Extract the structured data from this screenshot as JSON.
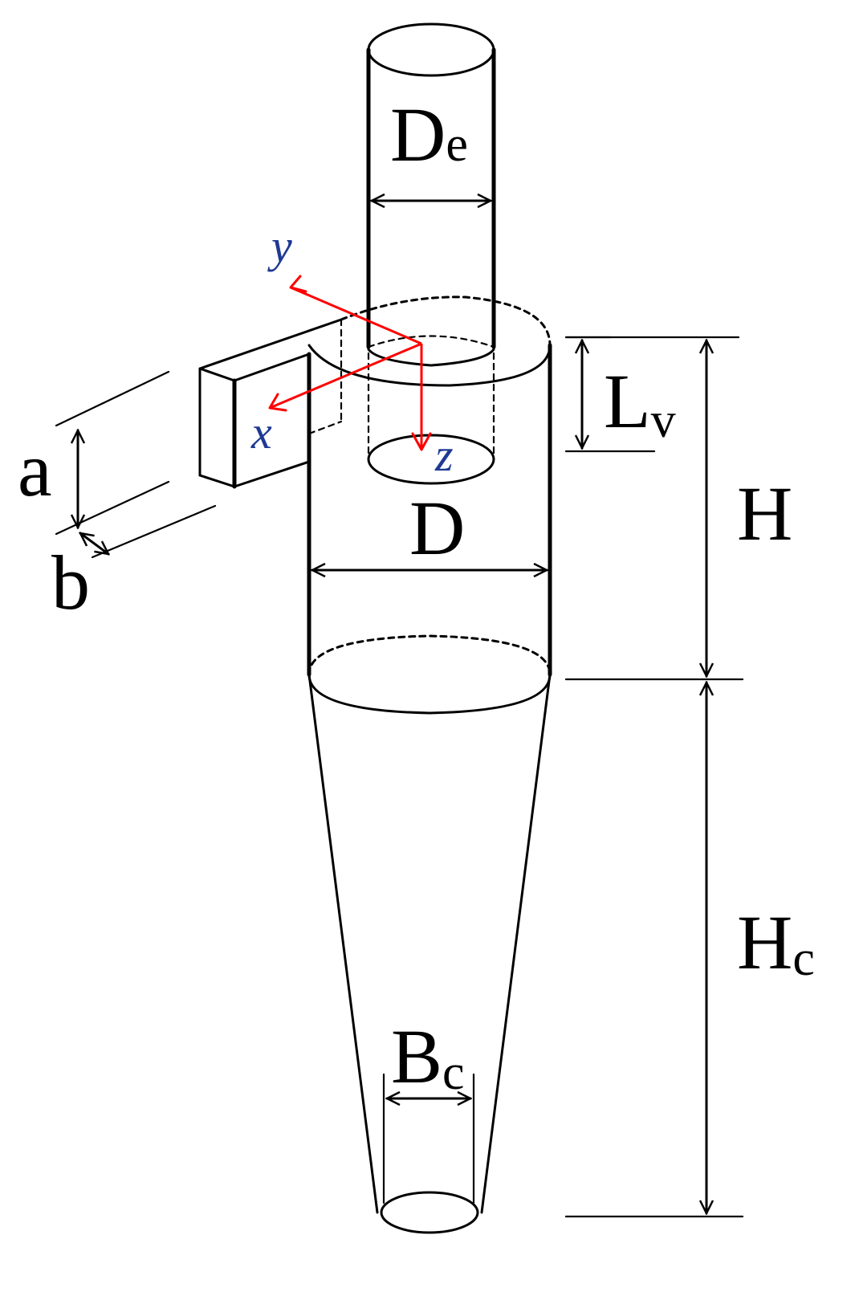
{
  "dimension_labels": {
    "De": {
      "main": "D",
      "sub": "e"
    },
    "Lv": {
      "main": "L",
      "sub": "v"
    },
    "H": {
      "main": "H"
    },
    "Hc": {
      "main": "H",
      "sub": "c"
    },
    "D": {
      "main": "D"
    },
    "Bc": {
      "main": "B",
      "sub": "c"
    },
    "a": {
      "main": "a"
    },
    "b": {
      "main": "b"
    }
  },
  "axes": {
    "x": "x",
    "y": "y",
    "z": "z"
  },
  "colors": {
    "axis": "#ff0000",
    "axis_label": "#1f3a93",
    "line": "#000000"
  }
}
